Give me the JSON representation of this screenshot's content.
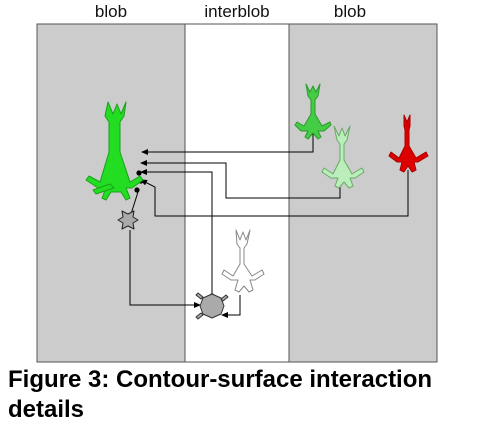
{
  "zones": {
    "left_label": "blob",
    "middle_label": "interblob",
    "right_label": "blob"
  },
  "caption": {
    "line1": "Figure 3: Contour-surface interaction",
    "line2": "details"
  },
  "colors": {
    "blob_fill": "#cccccc",
    "interblob_fill": "#ffffff",
    "target_neuron": "#22dd22",
    "green_neuron": "#44cc44",
    "pale_green_neuron": "#bbeebb",
    "red_neuron": "#dd0000",
    "gray_cell": "#aaaaaa",
    "connector": "#000000"
  }
}
